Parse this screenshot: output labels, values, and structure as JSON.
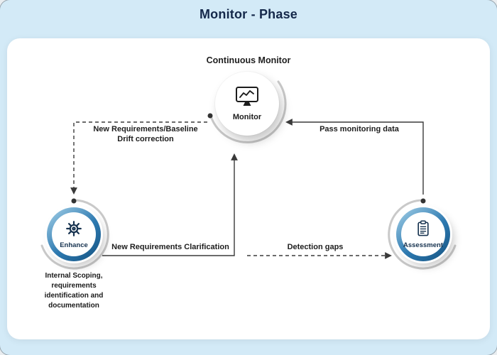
{
  "title": "Monitor - Phase",
  "subtitle": "Continuous Monitor",
  "nodes": {
    "monitor": {
      "label": "Monitor"
    },
    "enhance": {
      "label": "Enhance",
      "note": "Internal Scoping, requirements identification and documentation"
    },
    "assessment": {
      "label": "Assessment"
    }
  },
  "edges": {
    "baseline_drift": {
      "line1": "New Requirements/Baseline",
      "line2": "Drift correction",
      "style": "dashed",
      "from": "Monitor",
      "to": "Enhance"
    },
    "pass_monitoring": {
      "label": "Pass monitoring data",
      "style": "solid",
      "from": "Assessment",
      "to": "Monitor"
    },
    "requirements_clarification": {
      "label": "New Requirements Clarification",
      "style": "solid",
      "from": "Enhance",
      "to": "Monitor"
    },
    "detection_gaps": {
      "label": "Detection gaps",
      "style": "dashed",
      "to": "Assessment"
    }
  },
  "colors": {
    "background": "#d3eaf7",
    "card": "#ffffff",
    "title_text": "#14284a",
    "ring_blue": "#2d79b0",
    "line": "#3a3a3a",
    "icon_navy": "#16324f"
  }
}
